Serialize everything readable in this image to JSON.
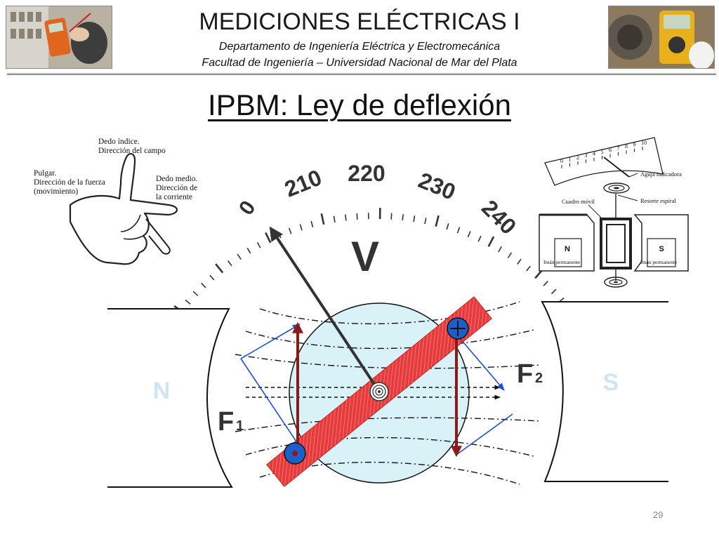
{
  "header": {
    "title": "MEDICIONES ELÉCTRICAS I",
    "department": "Departamento de Ingeniería Eléctrica y Electromecánica",
    "faculty": "Facultad de Ingeniería – Universidad Nacional de Mar del Plata"
  },
  "slide_title": "IPBM: Ley de deflexión",
  "hand": {
    "index_finger": "Dedo índice.",
    "index_direction": "Dirección del campo",
    "thumb": "Pulgar.",
    "thumb_direction": "Dirección de la fuerza",
    "thumb_motion": "(movimiento)",
    "middle_finger": "Dedo medio.",
    "middle_direction": "Dirección de",
    "middle_current": "la corriente"
  },
  "scale": {
    "labels": [
      "0",
      "210",
      "220",
      "230",
      "240"
    ],
    "unit": "V"
  },
  "mechanism": {
    "scale_numbers": [
      "0",
      "1",
      "2",
      "3",
      "4",
      "5",
      "6",
      "7",
      "8",
      "9",
      "10"
    ],
    "needle_label": "Aguja indicadora",
    "coil_label": "Cuadro móvil",
    "spring_label": "Resorte espiral",
    "north": "N",
    "south": "S",
    "magnet_left": "Imán permanente",
    "magnet_right": "Imán permanente"
  },
  "poles": {
    "north": "N",
    "south": "S"
  },
  "forces": {
    "f1_letter": "F",
    "f1_sub": "1",
    "f2_letter": "F",
    "f2_sub": "2"
  },
  "colors": {
    "coil_red": "#e8393b",
    "force_arrow": "#8b1a1a",
    "pole_text": "#cfe6f2",
    "core_fill": "#d9f2f7",
    "dimension_blue": "#1f4fd8",
    "conductor_blue": "#1e5ec8"
  },
  "page_number": "29"
}
